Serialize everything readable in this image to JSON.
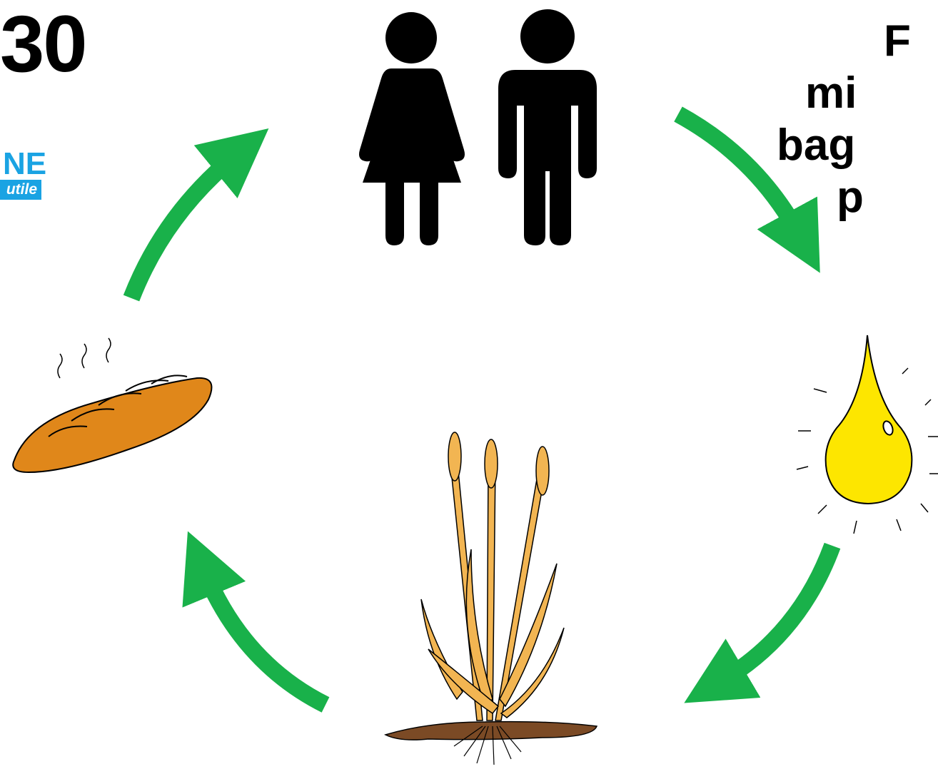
{
  "header": {
    "number": "30",
    "logo_word": "NE",
    "logo_tag": "utile"
  },
  "right_text": {
    "lines": [
      "F",
      "mi",
      "bag",
      "p"
    ]
  },
  "cycle": {
    "nodes": [
      "people-icon",
      "oil-drop-icon",
      "wheat-plant-icon",
      "bread-loaf-icon"
    ],
    "arrow_color": "#19b14a",
    "oil_color": "#fde600",
    "bread_color": "#e0871a",
    "wheat_color": "#f2b552",
    "soil_color": "#7b4a25"
  }
}
